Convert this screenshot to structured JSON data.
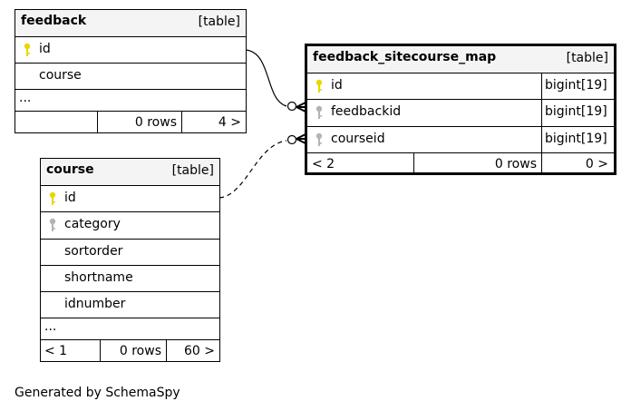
{
  "tables": {
    "feedback": {
      "name": "feedback",
      "type": "[table]",
      "columns": [
        {
          "name": "id",
          "key": "primary"
        },
        {
          "name": "course",
          "key": "none"
        }
      ],
      "more": "...",
      "footer": {
        "left": "",
        "rows": "0 rows",
        "right": "4 >"
      }
    },
    "map": {
      "name": "feedback_sitecourse_map",
      "type": "[table]",
      "columns": [
        {
          "name": "id",
          "key": "primary",
          "dtype": "bigint[19]"
        },
        {
          "name": "feedbackid",
          "key": "foreign",
          "dtype": "bigint[19]"
        },
        {
          "name": "courseid",
          "key": "foreign",
          "dtype": "bigint[19]"
        }
      ],
      "footer": {
        "left": "< 2",
        "rows": "0 rows",
        "right": "0 >"
      }
    },
    "course": {
      "name": "course",
      "type": "[table]",
      "columns": [
        {
          "name": "id",
          "key": "primary"
        },
        {
          "name": "category",
          "key": "foreign"
        },
        {
          "name": "sortorder",
          "key": "none"
        },
        {
          "name": "shortname",
          "key": "none"
        },
        {
          "name": "idnumber",
          "key": "none"
        }
      ],
      "more": "...",
      "footer": {
        "left": "< 1",
        "rows": "0 rows",
        "right": "60 >"
      }
    }
  },
  "colors": {
    "primary_key": "#e6d800",
    "foreign_key": "#b4b4b4",
    "header_bg": "#f4f4f4"
  },
  "generated_by": "Generated by SchemaSpy"
}
